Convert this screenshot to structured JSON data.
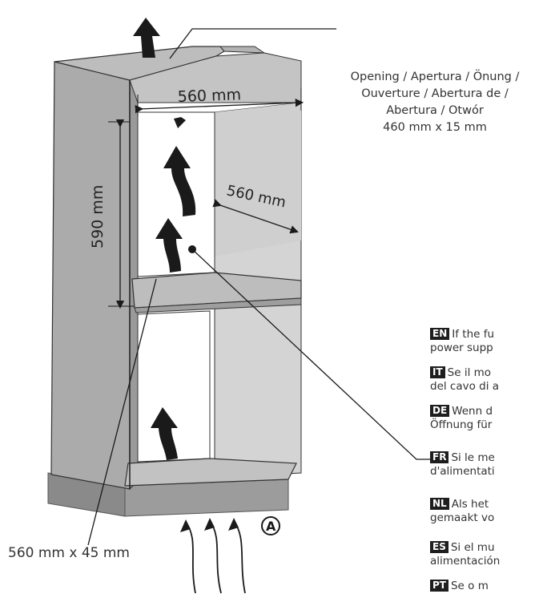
{
  "dimensions": {
    "cabinet_width": "560 mm",
    "cavity_height": "590 mm",
    "cavity_depth": "560 mm",
    "base_opening": "560 mm x 45 mm"
  },
  "opening_callout": {
    "lines": [
      "Opening / Apertura / Önung /",
      "Ouverture / Abertura de /",
      "Abertura / Otwór",
      "460 mm x 15 mm"
    ]
  },
  "marker": "A",
  "languages": [
    {
      "code": "EN",
      "line1": "If the fu",
      "line2": "power supp"
    },
    {
      "code": "IT",
      "line1": "Se il mo",
      "line2": "del cavo di a"
    },
    {
      "code": "DE",
      "line1": "Wenn d",
      "line2": "Öffnung für"
    },
    {
      "code": "FR",
      "line1": "Si le me",
      "line2": "d'alimentati"
    },
    {
      "code": "NL",
      "line1": "Als het",
      "line2": "gemaakt vo"
    },
    {
      "code": "ES",
      "line1": "Si el mu",
      "line2": "alimentación"
    },
    {
      "code": "PT",
      "line1": "Se o m",
      "line2": ""
    }
  ],
  "colors": {
    "panel_dark": "#a9a9a9",
    "panel_mid": "#c6c6c6",
    "panel_light": "#dcdcdc",
    "plinth": "#8f8f8f",
    "line": "#1a1a1a"
  }
}
